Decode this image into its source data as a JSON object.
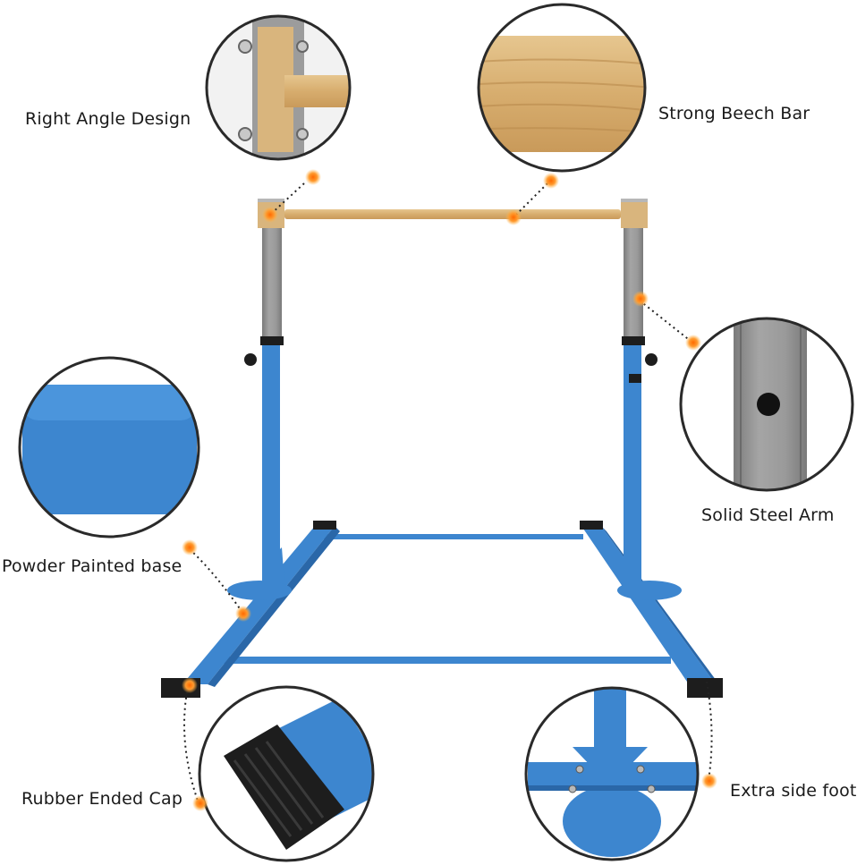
{
  "labels": {
    "right_angle": "Right Angle Design",
    "beech_bar": "Strong Beech Bar",
    "steel_arm": "Solid Steel Arm",
    "powder_base": "Powder Painted base",
    "rubber_cap": "Rubber Ended Cap",
    "side_foot": "Extra side foot"
  },
  "colors": {
    "frame_blue": "#3d86cf",
    "frame_blue_dark": "#2a67a8",
    "steel_gray": "#9a9a9a",
    "wood": "#d9b57d",
    "marker_orange": "#ff8a1e",
    "rubber_black": "#1d1d1d"
  }
}
